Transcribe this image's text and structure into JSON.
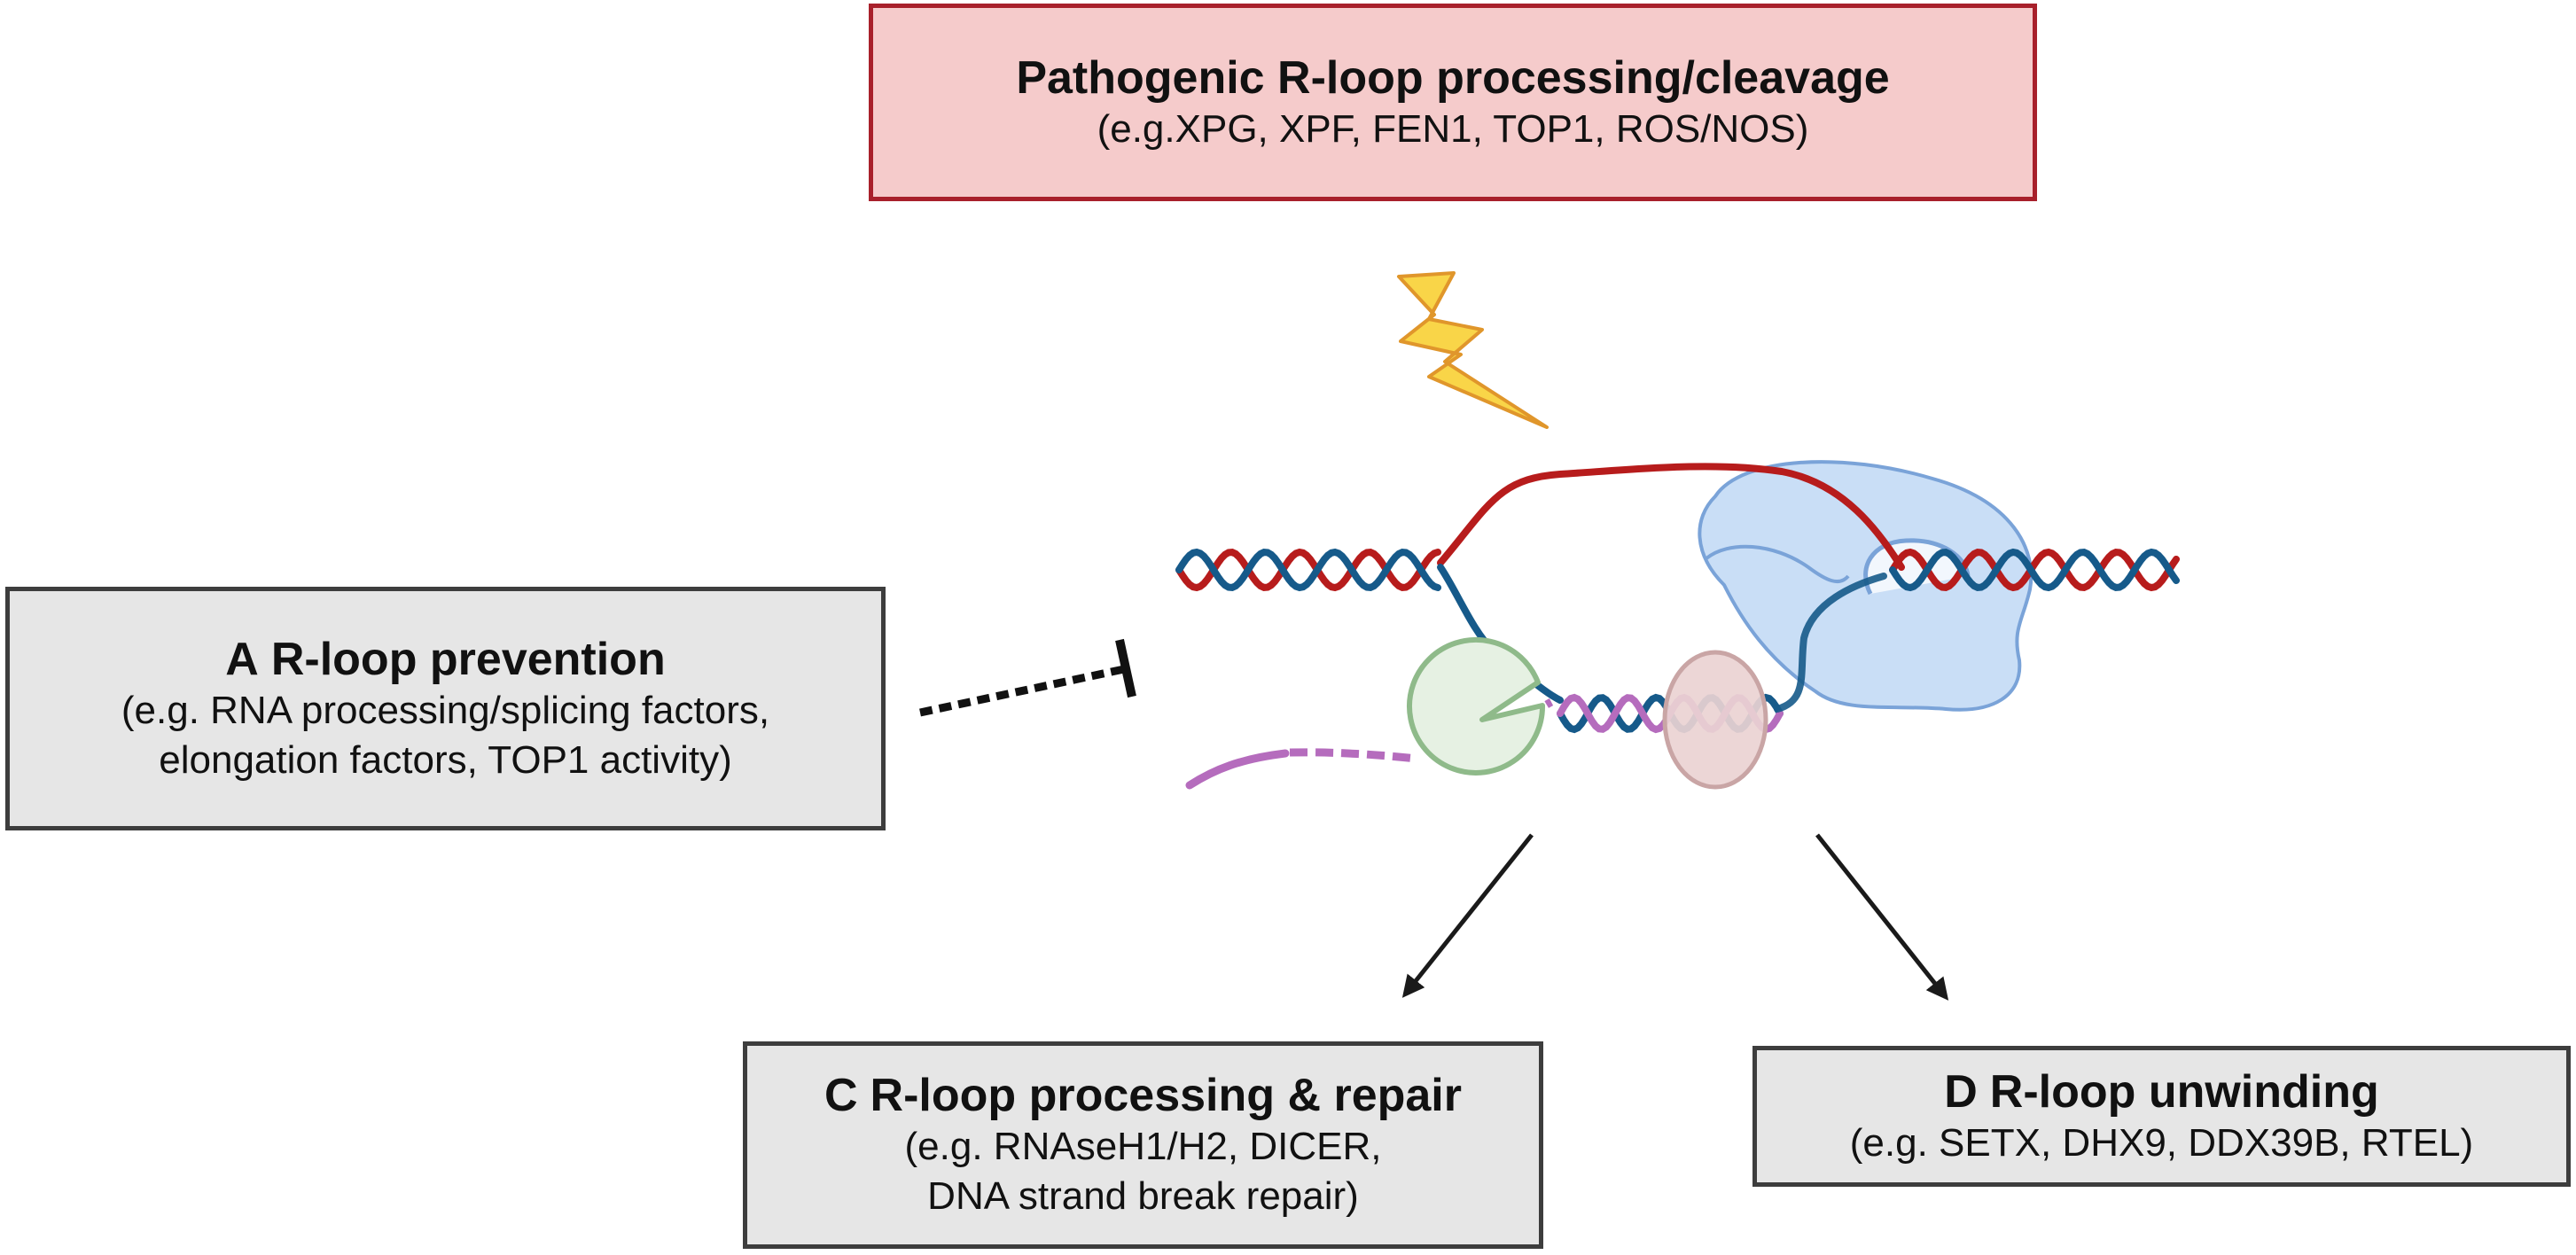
{
  "boxes": {
    "top": {
      "title": "Pathogenic R-loop processing/cleavage",
      "lines": [
        "(e.g.XPG, XPF, FEN1, TOP1, ROS/NOS)"
      ]
    },
    "a": {
      "letter": "A",
      "title": "R-loop prevention",
      "lines": [
        "(e.g. RNA processing/splicing factors,",
        "elongation factors, TOP1 activity)"
      ]
    },
    "c": {
      "letter": "C",
      "title": "R-loop processing & repair",
      "lines": [
        "(e.g. RNAseH1/H2, DICER,",
        "DNA strand break repair)"
      ]
    },
    "d": {
      "letter": "D",
      "title": "R-loop unwinding",
      "lines": [
        "(e.g. SETX, DHX9, DDX39B, RTEL)"
      ]
    }
  },
  "icons": {
    "damage": "lightning-bolt-icon",
    "processing_enzyme": "pacman-nuclease-icon",
    "rna_polymerase": "rna-polymerase-icon",
    "ribosome": "ribosome-icon"
  },
  "colors": {
    "dna_strand_a": "#b71c1c",
    "dna_strand_b": "#165a8a",
    "rna": "#b56cbd",
    "top_box_fill": "#f5cbcb",
    "top_box_border": "#a8202b",
    "box_fill": "#e6e6e6",
    "box_border": "#3d3d3d"
  }
}
